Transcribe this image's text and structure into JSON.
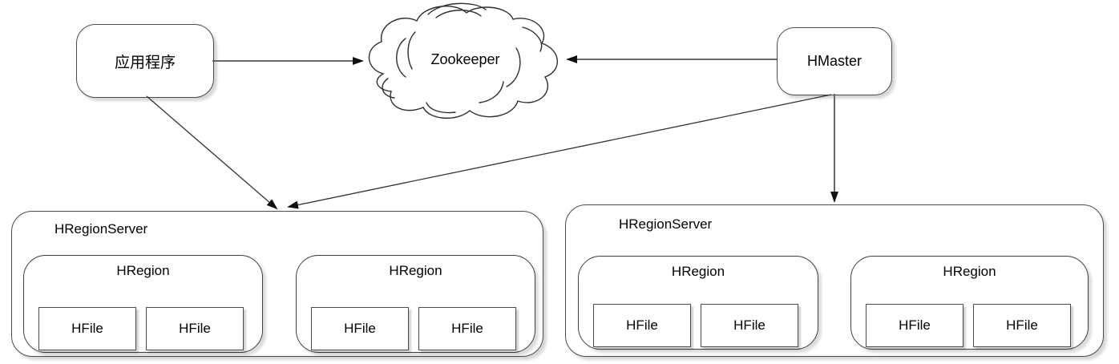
{
  "diagram": {
    "application": {
      "label": "应用程序"
    },
    "zookeeper": {
      "label": "Zookeeper"
    },
    "hmaster": {
      "label": "HMaster"
    },
    "servers": [
      {
        "label": "HRegionServer",
        "regions": [
          {
            "label": "HRegion",
            "files": [
              "HFile",
              "HFile"
            ]
          },
          {
            "label": "HRegion",
            "files": [
              "HFile",
              "HFile"
            ]
          }
        ]
      },
      {
        "label": "HRegionServer",
        "regions": [
          {
            "label": "HRegion",
            "files": [
              "HFile",
              "HFile"
            ]
          },
          {
            "label": "HRegion",
            "files": [
              "HFile",
              "HFile"
            ]
          }
        ]
      }
    ],
    "edges": [
      {
        "from": "application",
        "to": "zookeeper"
      },
      {
        "from": "hmaster",
        "to": "zookeeper"
      },
      {
        "from": "application",
        "to": "hregionserver-1"
      },
      {
        "from": "hmaster",
        "to": "hregionserver-1"
      },
      {
        "from": "hmaster",
        "to": "hregionserver-2"
      }
    ],
    "colors": {
      "background": "#ffffff",
      "node_border": "#4b4b4b",
      "shadow": "#cccccc",
      "line": "#555555",
      "arrowhead": "#111111",
      "text": "#000000"
    }
  }
}
